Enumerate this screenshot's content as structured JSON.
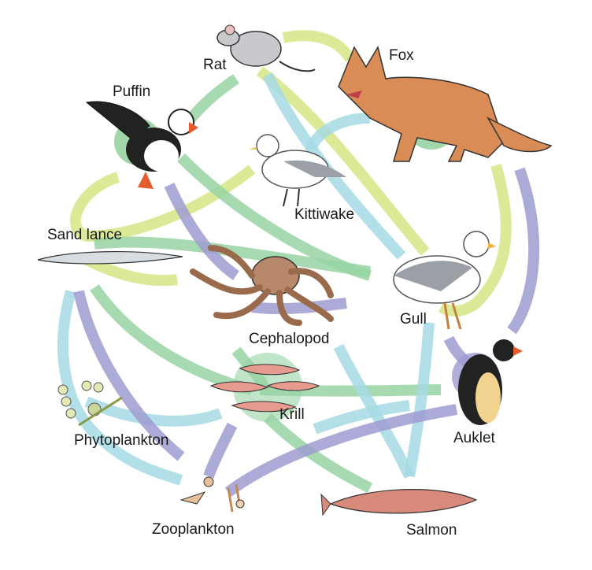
{
  "organisms": [
    {
      "id": "rat",
      "label": "Rat"
    },
    {
      "id": "fox",
      "label": "Fox"
    },
    {
      "id": "puffin",
      "label": "Puffin"
    },
    {
      "id": "kittiwake",
      "label": "Kittiwake"
    },
    {
      "id": "sand_lance",
      "label": "Sand lance"
    },
    {
      "id": "gull",
      "label": "Gull"
    },
    {
      "id": "cephalopod",
      "label": "Cephalopod"
    },
    {
      "id": "krill",
      "label": "Krill"
    },
    {
      "id": "auklet",
      "label": "Auklet"
    },
    {
      "id": "phytoplankton",
      "label": "Phytoplankton"
    },
    {
      "id": "zooplankton",
      "label": "Zooplankton"
    },
    {
      "id": "salmon",
      "label": "Salmon"
    }
  ],
  "colors": {
    "green_yellow": "#d6e685",
    "green": "#98d3a3",
    "cyan": "#a6dbe4",
    "purple": "#9d9bd0",
    "label": "#1a1a1a"
  }
}
